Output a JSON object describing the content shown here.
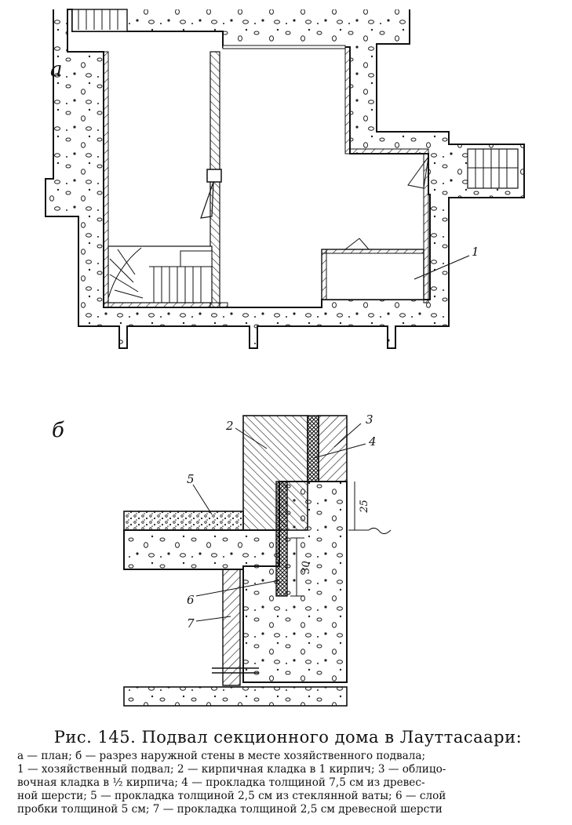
{
  "figure": {
    "panel_a_label": "а",
    "panel_b_label": "б",
    "plan_callout": "1",
    "section_callouts": [
      "2",
      "3",
      "4",
      "5",
      "6",
      "7"
    ],
    "dimensions": [
      "25",
      "30"
    ]
  },
  "caption": {
    "title": "Рис. 145. Подвал секционного дома в Лауттасаари:",
    "lines": [
      "а — план; б — разрез наружной стены в месте хозяйственного подвала;",
      "1 — хозяйственный подвал; 2 — кирпичная кладка в 1 кирпич; 3 — облицо-",
      "вочная кладка в ½ кирпича; 4 — прокладка толщиной 7,5 см из древес-",
      "ной шерсти; 5 — прокладка толщиной 2,5 см из стеклянной ваты; 6 — слой",
      "пробки толщиной 5 см; 7 — прокладка толщиной 2,5 см древесной шерсти"
    ]
  }
}
